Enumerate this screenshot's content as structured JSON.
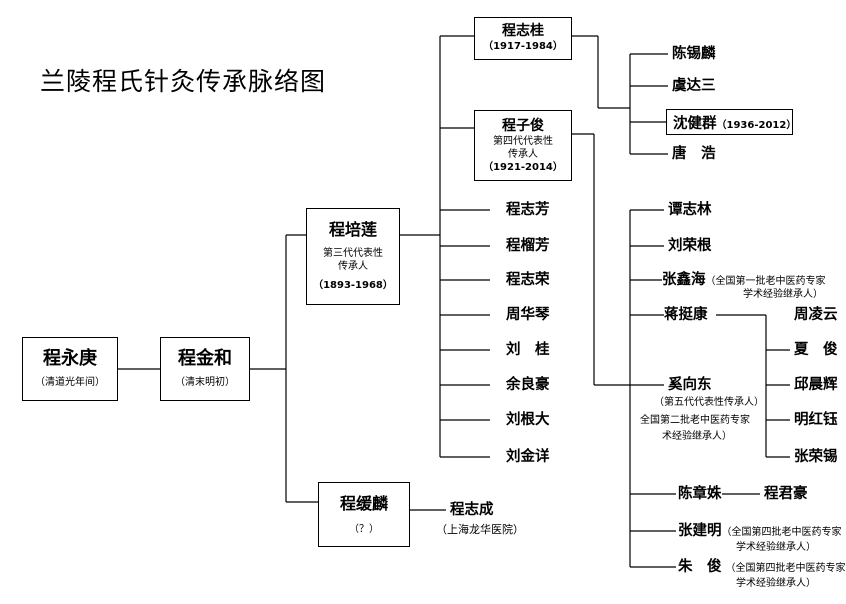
{
  "title": "兰陵程氏针灸传承脉络图",
  "gen1": {
    "name": "程永庚",
    "sub": "（清道光年间）"
  },
  "gen2": {
    "name": "程金和",
    "sub": "（清末明初）"
  },
  "peilian": {
    "name": "程培莲",
    "note1": "第三代代表性",
    "note2": "传承人",
    "sub": "（1893-1968）"
  },
  "yuanlin": {
    "name": "程缓麟",
    "sub": "（？）"
  },
  "yuanlin_child": {
    "name": "程志成",
    "sub": "（上海龙华医院）"
  },
  "zhigui": {
    "name": "程志桂",
    "sub": "（1917-1984）"
  },
  "zijun": {
    "name": "程子俊",
    "note1": "第四代代表性",
    "note2": "传承人",
    "sub": "（1921-2014）"
  },
  "peilian_others": [
    "程志芳",
    "程榴芳",
    "程志荣",
    "周华琴",
    "刘　桂",
    "余良豪",
    "刘根大",
    "刘金详"
  ],
  "zhigui_students": [
    "陈锡麟",
    "虞达三",
    "沈健群",
    "唐　浩"
  ],
  "shen_years": "（1936-2012）",
  "zijun_students": {
    "tan": "谭志林",
    "liu": "刘荣根",
    "zhang_xh": "张鑫海",
    "zhang_xh_note1": "（全国第一批老中医药专家",
    "zhang_xh_note2": "学术经验继承人）",
    "jiang": "蒋挺康",
    "xi": "奚向东",
    "xi_note1": "（第五代代表性传承人）",
    "xi_note2": "全国第二批老中医药专家",
    "xi_note3": "术经验继承人）",
    "chen": "陈章姝",
    "zhang_jm": "张建明",
    "zhang_jm_note1": "（全国第四批老中医药专家",
    "zhang_jm_note2": "学术经验继承人）",
    "zhu": "朱　俊",
    "zhu_note1": "（全国第四批老中医药专家",
    "zhu_note2": "学术经验继承人）"
  },
  "jiang_students": [
    "周凌云",
    "夏　俊",
    "邱晨辉",
    "明红钰",
    "张荣锡"
  ],
  "chen_student": "程君豪"
}
